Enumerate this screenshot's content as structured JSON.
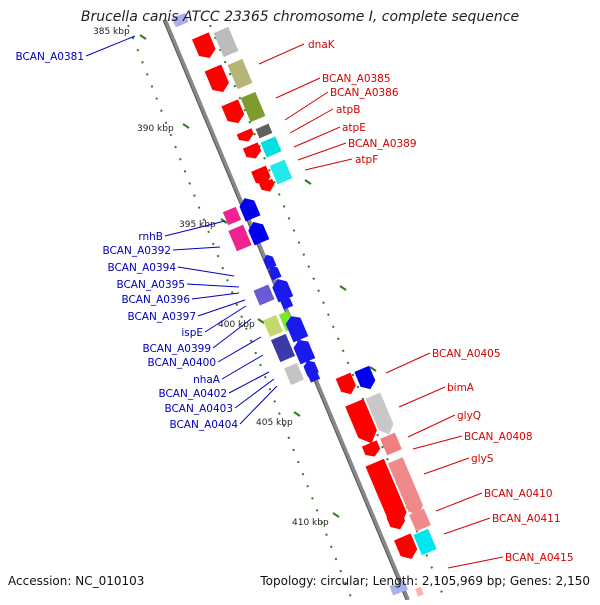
{
  "title": "Brucella canis ATCC 23365 chromosome I, complete sequence",
  "footer": {
    "accession": "Accession: NC_010103",
    "summary": "Topology: circular; Length: 2,105,969 bp; Genes: 2,150"
  },
  "colors": {
    "forward_label": "#d40000",
    "reverse_label": "#0000bb",
    "tick": "#2e7d1e",
    "backbone": "#888888"
  },
  "ticks": [
    "385 kbp",
    "390 kbp",
    "395 kbp",
    "400 kbp",
    "405 kbp",
    "410 kbp"
  ],
  "forward_genes": [
    "dnaK",
    "BCAN_A0385",
    "BCAN_A0386",
    "atpB",
    "atpE",
    "BCAN_A0389",
    "atpF",
    "BCAN_A0405",
    "bimA",
    "glyQ",
    "BCAN_A0408",
    "glyS",
    "BCAN_A0410",
    "BCAN_A0411",
    "BCAN_A0415"
  ],
  "reverse_genes": [
    "BCAN_A0381",
    "rnhB",
    "BCAN_A0392",
    "BCAN_A0394",
    "BCAN_A0395",
    "BCAN_A0396",
    "BCAN_A0397",
    "ispE",
    "BCAN_A0399",
    "BCAN_A0400",
    "nhaA",
    "BCAN_A0402",
    "BCAN_A0403",
    "BCAN_A0404"
  ]
}
